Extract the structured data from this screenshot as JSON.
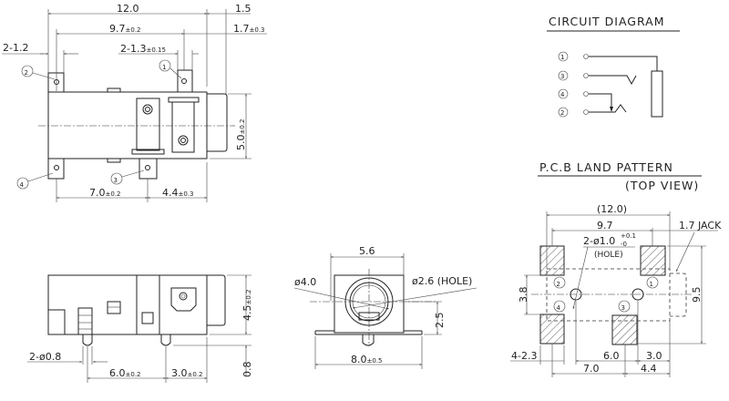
{
  "top_view": {
    "dim_overall": "12.0",
    "dim_jack": "1.5",
    "dim_pin_span": "9.7",
    "dim_pin_span_tol": "±0.2",
    "dim_offset": "1.7",
    "dim_offset_tol": "±0.3",
    "dim_pin_width_left": "2-1.2",
    "dim_pin_width_right": "2-1.3",
    "dim_pin_width_right_tol": "±0.15",
    "dim_height": "5.0",
    "dim_height_tol": "±0.2",
    "dim_left": "7.0",
    "dim_left_tol": "±0.2",
    "dim_right": "4.4",
    "dim_right_tol": "±0.3",
    "pins": [
      "1",
      "2",
      "3",
      "4"
    ]
  },
  "side_view": {
    "dim_height": "4.5",
    "dim_height_tol": "±0.2",
    "dim_pin_len": "0.8",
    "dim_pin_dia": "2-ø0.8",
    "dim_pitch": "6.0",
    "dim_pitch_tol": "±0.2",
    "dim_offset": "3.0",
    "dim_offset_tol": "±0.2"
  },
  "front_view": {
    "dim_width": "5.6",
    "dim_outer_dia": "ø4.0",
    "dim_hole": "ø2.6 (HOLE)",
    "dim_center_height": "2.5",
    "dim_base": "8.0",
    "dim_base_tol": "±0.5"
  },
  "circuit": {
    "title": "CIRCUIT DIAGRAM",
    "pins": [
      "1",
      "3",
      "4",
      "2"
    ]
  },
  "pcb": {
    "title": "P.C.B LAND PATTERN",
    "subtitle": "(TOP VIEW)",
    "dim_overall": "(12.0)",
    "dim_span": "9.7",
    "dim_jack": "1.7",
    "jack_label": "JACK",
    "hole_label": "2-ø1.0",
    "hole_tol_plus": "+0.1",
    "hole_tol_minus": "-0",
    "hole_note": "(HOLE)",
    "dim_pad_gap": "3.8",
    "dim_height": "9.5",
    "dim_pad": "4-2.3",
    "dim_hole_pitch": "6.0",
    "dim_hole_offset": "3.0",
    "dim_left": "7.0",
    "dim_right": "4.4",
    "pins": [
      "1",
      "2",
      "3",
      "4"
    ]
  }
}
